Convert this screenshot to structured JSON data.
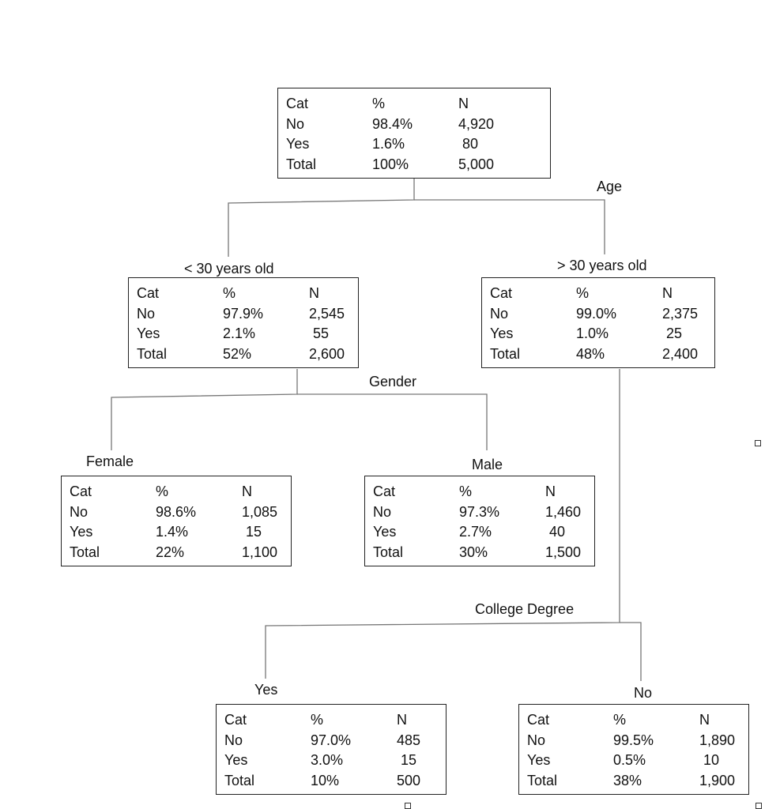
{
  "headers": {
    "cat": "Cat",
    "pct": "%",
    "n": "N"
  },
  "nodes": {
    "root": {
      "rows": [
        {
          "cat": "No",
          "pct": "98.4%",
          "n": "4,920"
        },
        {
          "cat": "Yes",
          "pct": "1.6%",
          "n": " 80"
        },
        {
          "cat": "Total",
          "pct": "100%",
          "n": "5,000"
        }
      ]
    },
    "under30": {
      "rows": [
        {
          "cat": "No",
          "pct": "97.9%",
          "n": "2,545"
        },
        {
          "cat": "Yes",
          "pct": "2.1%",
          "n": " 55"
        },
        {
          "cat": "Total",
          "pct": "52%",
          "n": "2,600"
        }
      ]
    },
    "over30": {
      "rows": [
        {
          "cat": "No",
          "pct": "99.0%",
          "n": "2,375"
        },
        {
          "cat": "Yes",
          "pct": "1.0%",
          "n": " 25"
        },
        {
          "cat": "Total",
          "pct": "48%",
          "n": "2,400"
        }
      ]
    },
    "female": {
      "rows": [
        {
          "cat": "No",
          "pct": "98.6%",
          "n": "1,085"
        },
        {
          "cat": "Yes",
          "pct": "1.4%",
          "n": " 15"
        },
        {
          "cat": "Total",
          "pct": "22%",
          "n": "1,100"
        }
      ]
    },
    "male": {
      "rows": [
        {
          "cat": "No",
          "pct": "97.3%",
          "n": "1,460"
        },
        {
          "cat": "Yes",
          "pct": "2.7%",
          "n": " 40"
        },
        {
          "cat": "Total",
          "pct": "30%",
          "n": "1,500"
        }
      ]
    },
    "college_yes": {
      "rows": [
        {
          "cat": "No",
          "pct": "97.0%",
          "n": "485"
        },
        {
          "cat": "Yes",
          "pct": "3.0%",
          "n": " 15"
        },
        {
          "cat": "Total",
          "pct": "10%",
          "n": "500"
        }
      ]
    },
    "college_no": {
      "rows": [
        {
          "cat": "No",
          "pct": "99.5%",
          "n": "1,890"
        },
        {
          "cat": "Yes",
          "pct": "0.5%",
          "n": " 10"
        },
        {
          "cat": "Total",
          "pct": "38%",
          "n": "1,900"
        }
      ]
    }
  },
  "splits": {
    "age": "Age",
    "gender": "Gender",
    "college": "College Degree"
  },
  "branches": {
    "under30": "< 30 years old",
    "over30": "> 30 years old",
    "female": "Female",
    "male": "Male",
    "college_yes": "Yes",
    "college_no": "No"
  }
}
